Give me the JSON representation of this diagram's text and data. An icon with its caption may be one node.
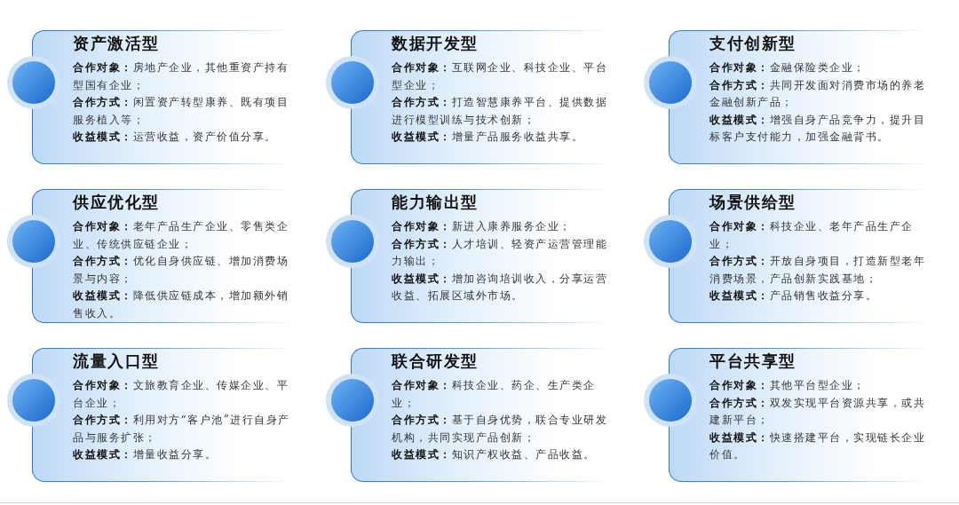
{
  "diagram": {
    "nodes": [
      {
        "text": [
          "资产激活型",
          "**合作对象：**房地产企业，其他重资产持有型国有企业；",
          "**合作方式：**闲置资产转型康养、既有项目服务植入等；",
          "**收益模式：**运营收益，资产价值分享。"
        ]
      },
      {
        "text": [
          "数据开发型",
          "**合作对象：**互联网企业、科技企业、平台型企业；",
          "**合作方式：**打造智慧康养平台、提供数据进行模型训练与技术创新；",
          "**收益模式：**增量产品服务收益共享。"
        ]
      },
      {
        "text": [
          "支付创新型",
          "**合作对象：**金融保险类企业；",
          "**合作方式：**共同开发面对消费市场的养老金融创新产品；",
          "**收益模式：**增强自身产品竞争力，提升目标客户支付能力，加强金融背书。"
        ]
      },
      {
        "text": [
          "供应优化型",
          "**合作对象：**老年产品生产企业、零售类企业、传统供应链企业；",
          "**合作方式：**优化自身供应链、增加消费场景与内容；",
          "**收益模式：**降低供应链成本，增加额外销售收入。"
        ]
      },
      {
        "text": [
          "能力输出型",
          "**合作对象：**新进入康养服务企业；",
          "**合作方式：**人才培训、轻资产运营管理能力输出；",
          "**收益模式：**增加咨询培训收入，分享运营收益、拓展区域外市场。"
        ]
      },
      {
        "text": [
          "场景供给型",
          "**合作对象：**科技企业、老年产品生产企业；",
          "**合作方式：**开放自身项目，打造新型老年消费场景，产品创新实践基地；",
          "**收益模式：**产品销售收益分享。"
        ]
      },
      {
        "text": [
          "流量入口型",
          "**合作对象：**文旅教育企业、传媒企业、平台企业；",
          "**合作方式：**利用对方“客户池”进行自身产品与服务扩张；",
          "**收益模式：**增量收益分享。"
        ]
      },
      {
        "text": [
          "联合研发型",
          "**合作对象：**科技企业、药企、生产类企业；",
          "**合作方式：**基于自身优势，联合专业研发机构，共同实现产品创新；",
          "**收益模式：**知识产权收益、产品收益。"
        ]
      },
      {
        "text": [
          "平台共享型",
          "**合作对象：**其他平台型企业；",
          "**合作方式：**双发实现平台资源共享，或共建新平台；",
          "**收益模式：**快速搭建平台，实现链长企业价值。"
        ]
      }
    ]
  }
}
